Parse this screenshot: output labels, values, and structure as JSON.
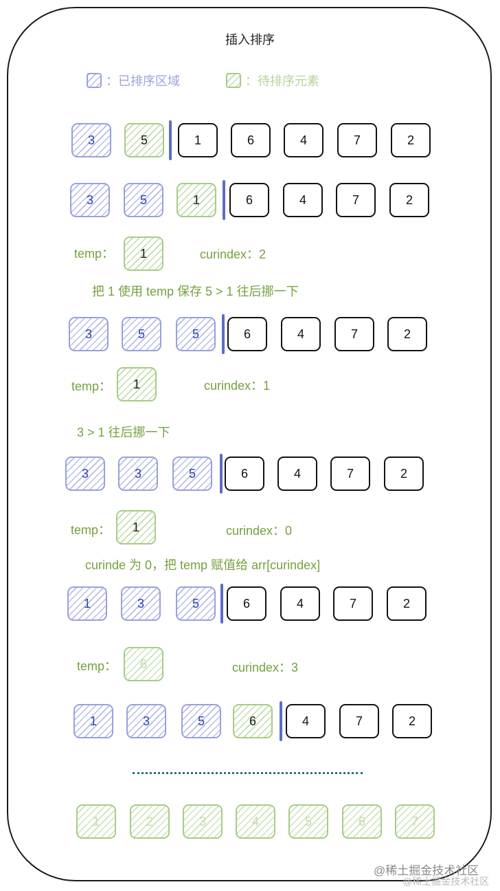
{
  "title": "插入排序",
  "legend": {
    "sorted": "：已排序区域",
    "unsorted": "：待排序元素"
  },
  "steps": [
    {
      "cells": [
        {
          "v": "3",
          "s": "blue"
        },
        {
          "v": "5",
          "s": "green"
        },
        {
          "v": "1",
          "s": "black"
        },
        {
          "v": "6",
          "s": "black"
        },
        {
          "v": "4",
          "s": "black"
        },
        {
          "v": "7",
          "s": "black"
        },
        {
          "v": "2",
          "s": "black"
        }
      ],
      "split": 2
    },
    {
      "cells": [
        {
          "v": "3",
          "s": "blue"
        },
        {
          "v": "5",
          "s": "blue"
        },
        {
          "v": "1",
          "s": "green"
        },
        {
          "v": "6",
          "s": "black"
        },
        {
          "v": "4",
          "s": "black"
        },
        {
          "v": "7",
          "s": "black"
        },
        {
          "v": "2",
          "s": "black"
        }
      ],
      "split": 3
    },
    {
      "cells": [
        {
          "v": "3",
          "s": "blue"
        },
        {
          "v": "5",
          "s": "blue"
        },
        {
          "v": "5",
          "s": "blue"
        },
        {
          "v": "6",
          "s": "black"
        },
        {
          "v": "4",
          "s": "black"
        },
        {
          "v": "7",
          "s": "black"
        },
        {
          "v": "2",
          "s": "black"
        }
      ],
      "split": 3
    },
    {
      "cells": [
        {
          "v": "3",
          "s": "blue"
        },
        {
          "v": "3",
          "s": "blue"
        },
        {
          "v": "5",
          "s": "blue"
        },
        {
          "v": "6",
          "s": "black"
        },
        {
          "v": "4",
          "s": "black"
        },
        {
          "v": "7",
          "s": "black"
        },
        {
          "v": "2",
          "s": "black"
        }
      ],
      "split": 3
    },
    {
      "cells": [
        {
          "v": "1",
          "s": "blue"
        },
        {
          "v": "3",
          "s": "blue"
        },
        {
          "v": "5",
          "s": "blue"
        },
        {
          "v": "6",
          "s": "black"
        },
        {
          "v": "4",
          "s": "black"
        },
        {
          "v": "7",
          "s": "black"
        },
        {
          "v": "2",
          "s": "black"
        }
      ],
      "split": 3
    },
    {
      "cells": [
        {
          "v": "1",
          "s": "blue"
        },
        {
          "v": "3",
          "s": "blue"
        },
        {
          "v": "5",
          "s": "blue"
        },
        {
          "v": "6",
          "s": "green"
        },
        {
          "v": "4",
          "s": "black"
        },
        {
          "v": "7",
          "s": "black"
        },
        {
          "v": "2",
          "s": "black"
        }
      ],
      "split": 4
    },
    {
      "cells": [
        {
          "v": "1",
          "s": "fade"
        },
        {
          "v": "2",
          "s": "fade"
        },
        {
          "v": "3",
          "s": "fade"
        },
        {
          "v": "4",
          "s": "fade"
        },
        {
          "v": "5",
          "s": "fade"
        },
        {
          "v": "6",
          "s": "fade"
        },
        {
          "v": "7",
          "s": "fade"
        }
      ],
      "split": null
    }
  ],
  "temp_label": "temp：",
  "temps": [
    {
      "value": "1",
      "style": "green",
      "curindex": "curindex：2"
    },
    {
      "value": "1",
      "style": "green",
      "curindex": "curindex：1"
    },
    {
      "value": "1",
      "style": "green",
      "curindex": "curindex：0"
    },
    {
      "value": "6",
      "style": "fade",
      "curindex": "curindex：3"
    }
  ],
  "captions": [
    "把 1 使用 temp 保存 5 > 1 往后挪一下",
    "3 > 1 往后挪一下",
    "curinde 为 0，把 temp 赋值给 arr[curindex]"
  ],
  "watermark": "@稀土掘金技术社区"
}
